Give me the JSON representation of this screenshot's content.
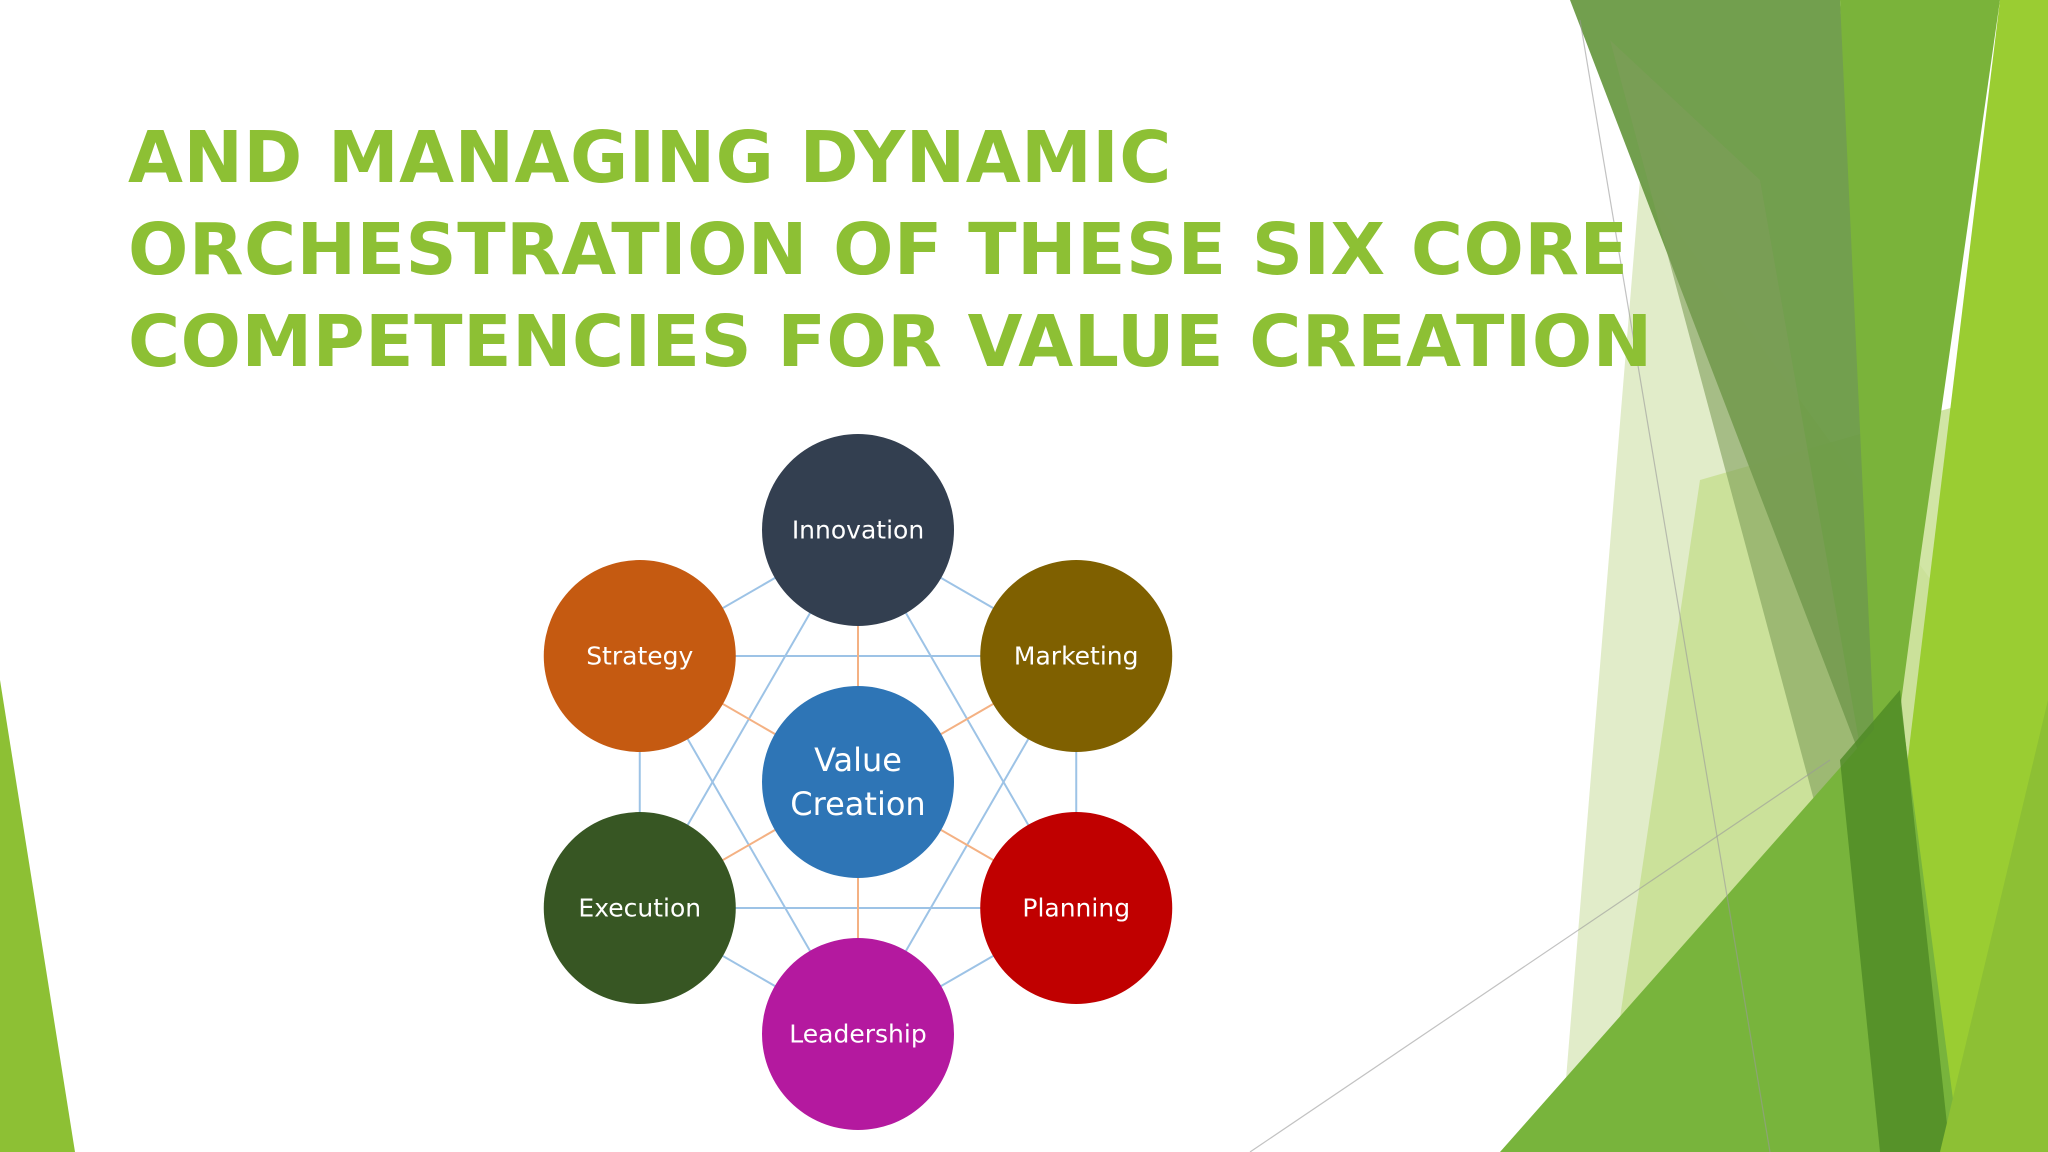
{
  "slide": {
    "title_lines": [
      "AND MANAGING DYNAMIC",
      "ORCHESTRATION OF THESE SIX CORE",
      "COMPETENCIES FOR VALUE CREATION"
    ]
  },
  "diagram": {
    "center": {
      "label_lines": [
        "Value",
        "Creation"
      ],
      "color": "#2E75B6"
    },
    "nodes": [
      {
        "id": "innovation",
        "label": "Innovation",
        "color": "#333F50"
      },
      {
        "id": "marketing",
        "label": "Marketing",
        "color": "#7F6000"
      },
      {
        "id": "planning",
        "label": "Planning",
        "color": "#C00000"
      },
      {
        "id": "leadership",
        "label": "Leadership",
        "color": "#B4199F"
      },
      {
        "id": "execution",
        "label": "Execution",
        "color": "#375623"
      },
      {
        "id": "strategy",
        "label": "Strategy",
        "color": "#C55A11"
      }
    ],
    "line_colors": {
      "ring": "#9DC3E6",
      "spoke": "#F4B183"
    }
  },
  "theme": {
    "title_color": "#8DC034",
    "accent_light": "#A6CE39",
    "accent_mid": "#7AB33A",
    "accent_dark": "#6A9A45",
    "accent_pale": "#DCE9C0"
  }
}
